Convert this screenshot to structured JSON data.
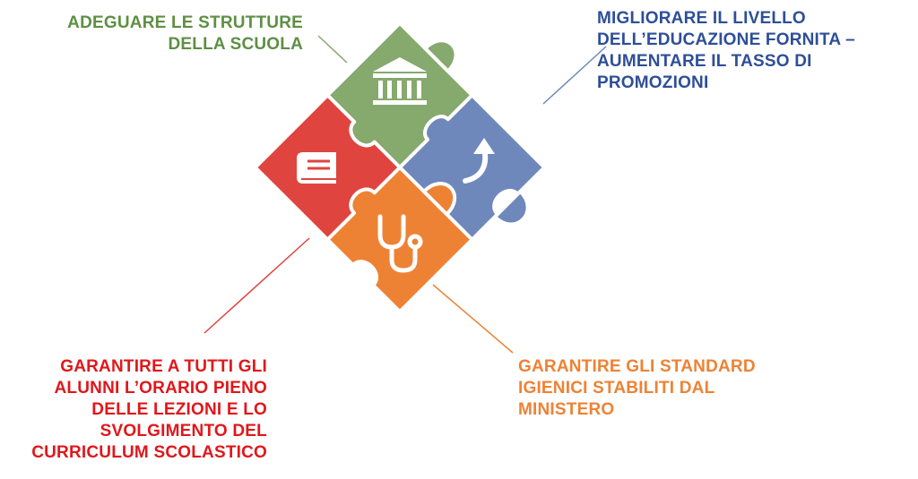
{
  "colors": {
    "green": "#86A96E",
    "blue": "#6F88BC",
    "red": "#E0443F",
    "orange": "#EE8234",
    "green_text": "#5E8F43",
    "blue_text": "#2E4F97",
    "red_text": "#E0171B",
    "orange_text": "#EE8234"
  },
  "pieces": {
    "top": {
      "icon": "bank-building-icon"
    },
    "right": {
      "icon": "arrow-up-icon"
    },
    "left": {
      "icon": "book-icon"
    },
    "bottom": {
      "icon": "stethoscope-icon"
    }
  },
  "labels": {
    "green": {
      "lines": [
        "ADEGUARE LE STRUTTURE",
        "DELLA SCUOLA"
      ]
    },
    "blue": {
      "lines": [
        "MIGLIORARE IL LIVELLO",
        "DELL’EDUCAZIONE FORNITA –",
        "AUMENTARE IL TASSO DI",
        "PROMOZIONI"
      ]
    },
    "red": {
      "lines": [
        "GARANTIRE A TUTTI GLI",
        "ALUNNI L’ORARIO PIENO",
        "DELLE LEZIONI E LO",
        "SVOLGIMENTO DEL",
        "CURRICULUM SCOLASTICO"
      ]
    },
    "orange": {
      "lines": [
        "GARANTIRE GLI STANDARD",
        "IGIENICI STABILITI DAL",
        "MINISTERO"
      ]
    }
  }
}
